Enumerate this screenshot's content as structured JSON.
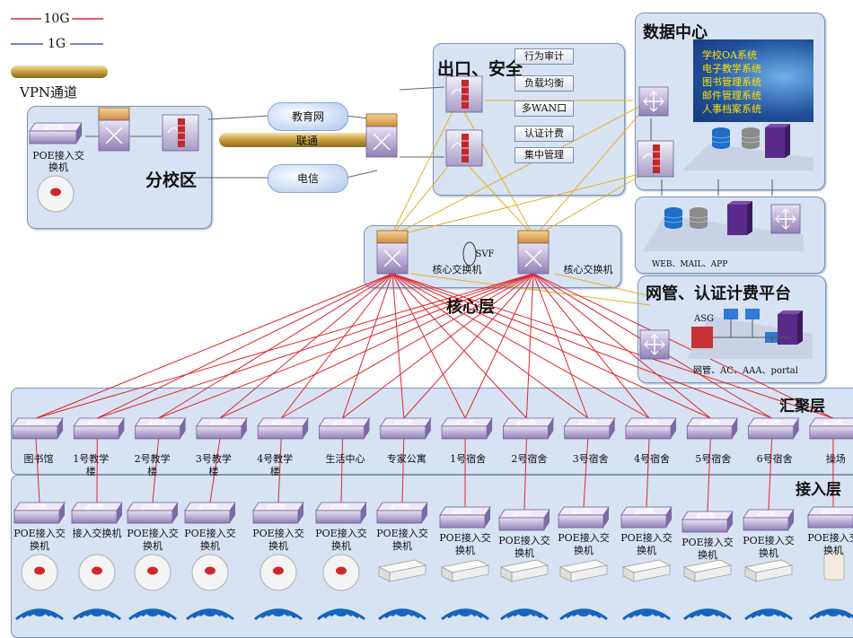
{
  "legend": {
    "line_10g": "10G",
    "line_1g": "1G",
    "vpn": "VPN通道",
    "colors": {
      "line_10g": "#e0262b",
      "line_1g": "#4a58b8",
      "vpn": "#c9a64a"
    }
  },
  "branch": {
    "title": "分校区",
    "poe_switch": "POE接入交换机"
  },
  "clouds": {
    "edu": "教育网",
    "unicom": "联通",
    "telecom": "电信"
  },
  "egress": {
    "title": "出口、安全",
    "services": [
      "行为审计",
      "负载均衡",
      "多WAN口",
      "认证计费",
      "集中管理"
    ]
  },
  "datacenter": {
    "title": "数据中心",
    "systems": [
      "学校OA系统",
      "电子教学系统",
      "图书管理系统",
      "邮件管理系统",
      "人事档案系统"
    ],
    "servers_caption": "WEB、MAIL、APP"
  },
  "core": {
    "title": "核心层",
    "svf": "SVF",
    "switch_left": "核心交换机",
    "switch_right": "核心交换机"
  },
  "netmgmt": {
    "title": "网管、认证计费平台",
    "asg": "ASG",
    "caption": "网管、AC、AAA、portal"
  },
  "aggregation": {
    "title": "汇聚层",
    "nodes": [
      "图书馆",
      "1号教学楼",
      "2号教学楼",
      "3号教学楼",
      "4号教学楼",
      "生活中心",
      "专家公寓",
      "1号宿舍",
      "2号宿舍",
      "3号宿舍",
      "4号宿舍",
      "5号宿舍",
      "6号宿舍",
      "操场"
    ]
  },
  "access": {
    "title": "接入层",
    "switches": [
      "POE接入交换机",
      "接入交换机",
      "POE接入交换机",
      "POE接入交换机",
      "POE接入交换机",
      "POE接入交换机",
      "POE接入交换机",
      "POE接入交换机",
      "POE接入交换机",
      "POE接入交换机",
      "POE接入交换机",
      "POE接入交换机",
      "POE接入交换机",
      "POE接入交换机"
    ]
  }
}
